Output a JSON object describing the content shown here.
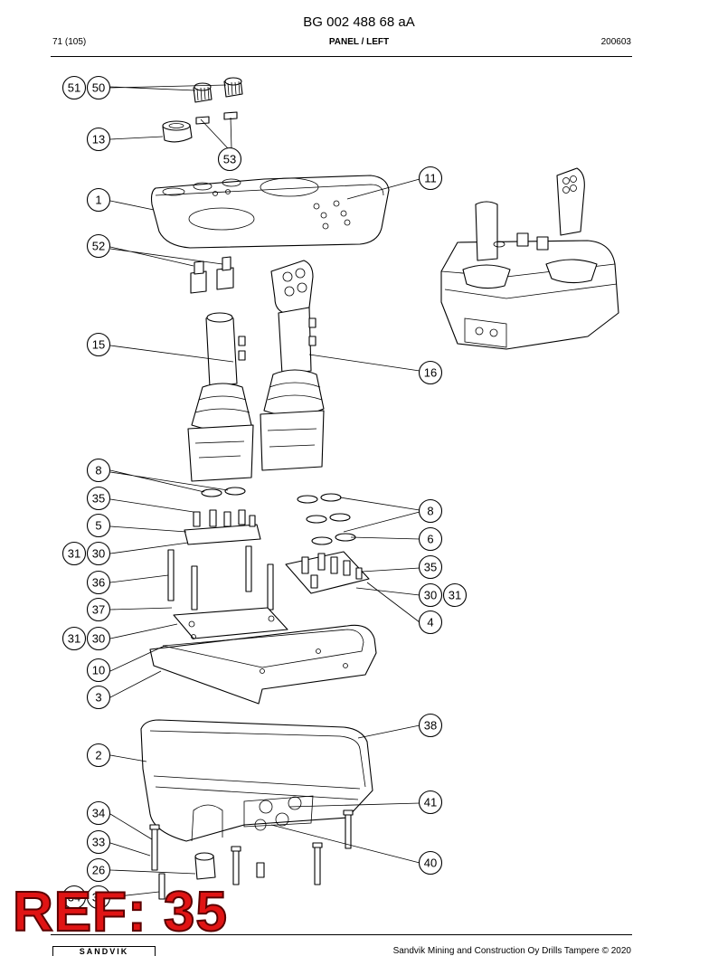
{
  "header": {
    "doc_number": "BG 002 488 68 aA",
    "page": "71 (105)",
    "section": "PANEL / LEFT",
    "date": "200603"
  },
  "footer": {
    "copyright": "Sandvik Mining and Construction Oy Drills Tampere © 2020",
    "brand": "SANDVIK"
  },
  "stamp": {
    "text": "REF: 35",
    "color": "#e01414"
  },
  "callouts": [
    {
      "id": "c51",
      "label": "51"
    },
    {
      "id": "c50",
      "label": "50"
    },
    {
      "id": "c13",
      "label": "13"
    },
    {
      "id": "c53",
      "label": "53"
    },
    {
      "id": "c11",
      "label": "11"
    },
    {
      "id": "c1",
      "label": "1"
    },
    {
      "id": "c52",
      "label": "52"
    },
    {
      "id": "c15",
      "label": "15"
    },
    {
      "id": "c16",
      "label": "16"
    },
    {
      "id": "c8a",
      "label": "8"
    },
    {
      "id": "c35a",
      "label": "35"
    },
    {
      "id": "c8b",
      "label": "8"
    },
    {
      "id": "c5",
      "label": "5"
    },
    {
      "id": "c6",
      "label": "6"
    },
    {
      "id": "c31a",
      "label": "31"
    },
    {
      "id": "c30a",
      "label": "30"
    },
    {
      "id": "c35b",
      "label": "35"
    },
    {
      "id": "c36",
      "label": "36"
    },
    {
      "id": "c30b",
      "label": "30"
    },
    {
      "id": "c31b",
      "label": "31"
    },
    {
      "id": "c37",
      "label": "37"
    },
    {
      "id": "c4",
      "label": "4"
    },
    {
      "id": "c31c",
      "label": "31"
    },
    {
      "id": "c30c",
      "label": "30"
    },
    {
      "id": "c10",
      "label": "10"
    },
    {
      "id": "c3",
      "label": "3"
    },
    {
      "id": "c38",
      "label": "38"
    },
    {
      "id": "c2",
      "label": "2"
    },
    {
      "id": "c41",
      "label": "41"
    },
    {
      "id": "c34a",
      "label": "34"
    },
    {
      "id": "c33",
      "label": "33"
    },
    {
      "id": "c40",
      "label": "40"
    },
    {
      "id": "c26",
      "label": "26"
    },
    {
      "id": "c34b",
      "label": "34"
    },
    {
      "id": "c39",
      "label": "39"
    }
  ]
}
